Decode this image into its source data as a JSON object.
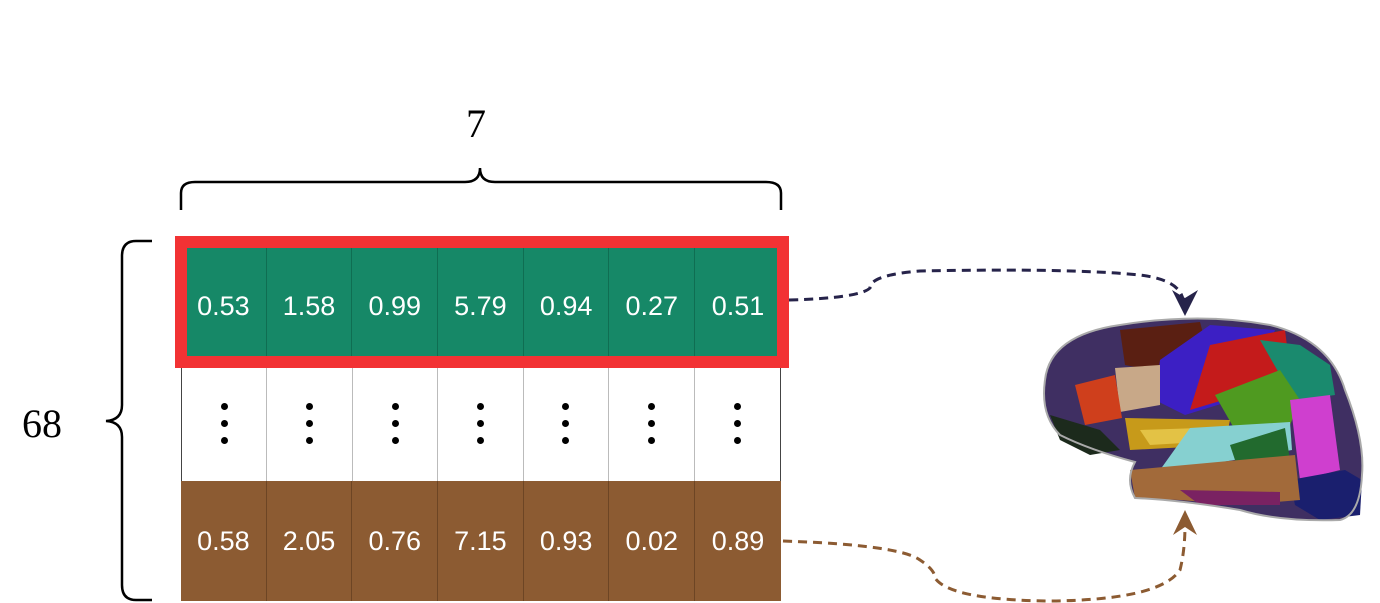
{
  "labels": {
    "columns_count": "7",
    "rows_count": "68"
  },
  "matrix": {
    "top_row": [
      "0.53",
      "1.58",
      "0.99",
      "5.79",
      "0.94",
      "0.27",
      "0.51"
    ],
    "bottom_row": [
      "0.58",
      "2.05",
      "0.76",
      "7.15",
      "0.93",
      "0.02",
      "0.89"
    ]
  },
  "colors": {
    "top_row": "#168867",
    "bottom_row": "#8c5b32",
    "highlight": "#f23234",
    "arrow_top": "#26234a",
    "arrow_bottom": "#8c5b32"
  }
}
